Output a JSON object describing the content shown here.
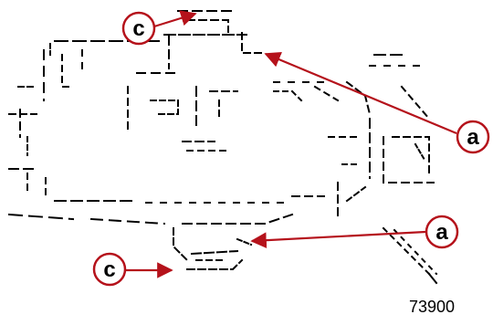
{
  "figure_number": "73900",
  "callouts": [
    {
      "id": "c-top",
      "letter": "c"
    },
    {
      "id": "a-top",
      "letter": "a"
    },
    {
      "id": "a-bottom",
      "letter": "a"
    },
    {
      "id": "c-bottom",
      "letter": "c"
    }
  ],
  "colors": {
    "callout": "#b5121b",
    "line_art": "#000000",
    "background": "#ffffff"
  }
}
